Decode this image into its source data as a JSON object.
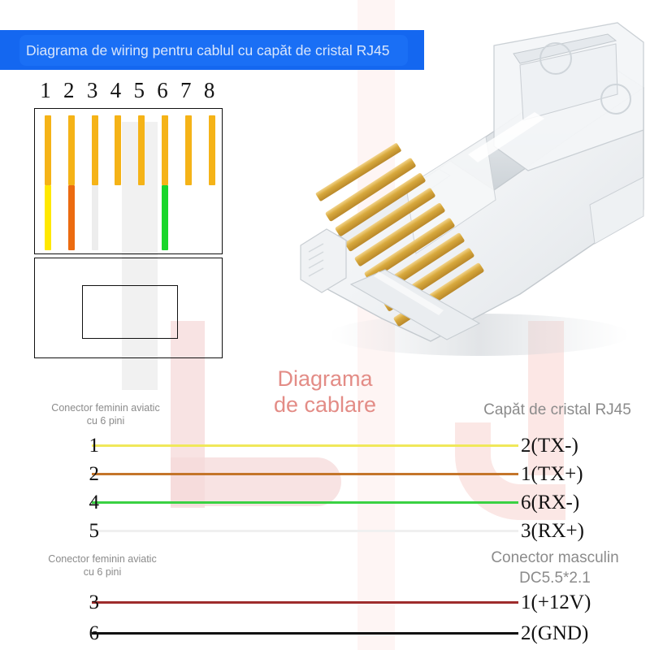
{
  "banner": {
    "title": "Diagrama de wiring pentru cablul cu capăt de cristal RJ45",
    "bg_color": "#1467f0",
    "text_color": "#d9e6fb"
  },
  "schematic": {
    "pin_numbers": [
      "1",
      "2",
      "3",
      "4",
      "5",
      "6",
      "7",
      "8"
    ],
    "pin_top_color": "#f5b317",
    "pins": [
      {
        "number": "1",
        "lower_color": "#ffe800",
        "name": "yellow"
      },
      {
        "number": "2",
        "lower_color": "#ec6b10",
        "name": "orange"
      },
      {
        "number": "3",
        "lower_color": "#ededed",
        "name": "white"
      },
      {
        "number": "4",
        "lower_color": "#ffffff",
        "name": "none"
      },
      {
        "number": "5",
        "lower_color": "#ffffff",
        "name": "none"
      },
      {
        "number": "6",
        "lower_color": "#19d62a",
        "name": "green"
      },
      {
        "number": "7",
        "lower_color": "#ffffff",
        "name": "none"
      },
      {
        "number": "8",
        "lower_color": "#ffffff",
        "name": "none"
      }
    ]
  },
  "center_note": {
    "line1": "Diagrama",
    "line2": "de cablare",
    "color": "#e38c86"
  },
  "group_a": {
    "left_caption_line1": "Conector feminin aviatic",
    "left_caption_line2": "cu 6 pini",
    "right_caption": "Capăt de cristal RJ45",
    "rows": [
      {
        "left": "1",
        "right": "2(TX-)",
        "color": "#f0e85a"
      },
      {
        "left": "2",
        "right": "1(TX+)",
        "color": "#c4752a"
      },
      {
        "left": "4",
        "right": "6(RX-)",
        "color": "#3ad143"
      },
      {
        "left": "5",
        "right": "3(RX+)",
        "color": "#f0f0f0"
      }
    ]
  },
  "group_b": {
    "left_caption_line1": "Conector feminin aviatic",
    "left_caption_line2": "cu 6 pini",
    "right_caption_line1": "Conector masculin",
    "right_caption_line2": "DC5.5*2.1",
    "rows": [
      {
        "left": "3",
        "right": "1(+12V)",
        "color": "#9e2c2c"
      },
      {
        "left": "6",
        "right": "2(GND)",
        "color": "#111111"
      }
    ]
  },
  "photo": {
    "alt": "rj45-crystal-plug-photo"
  }
}
